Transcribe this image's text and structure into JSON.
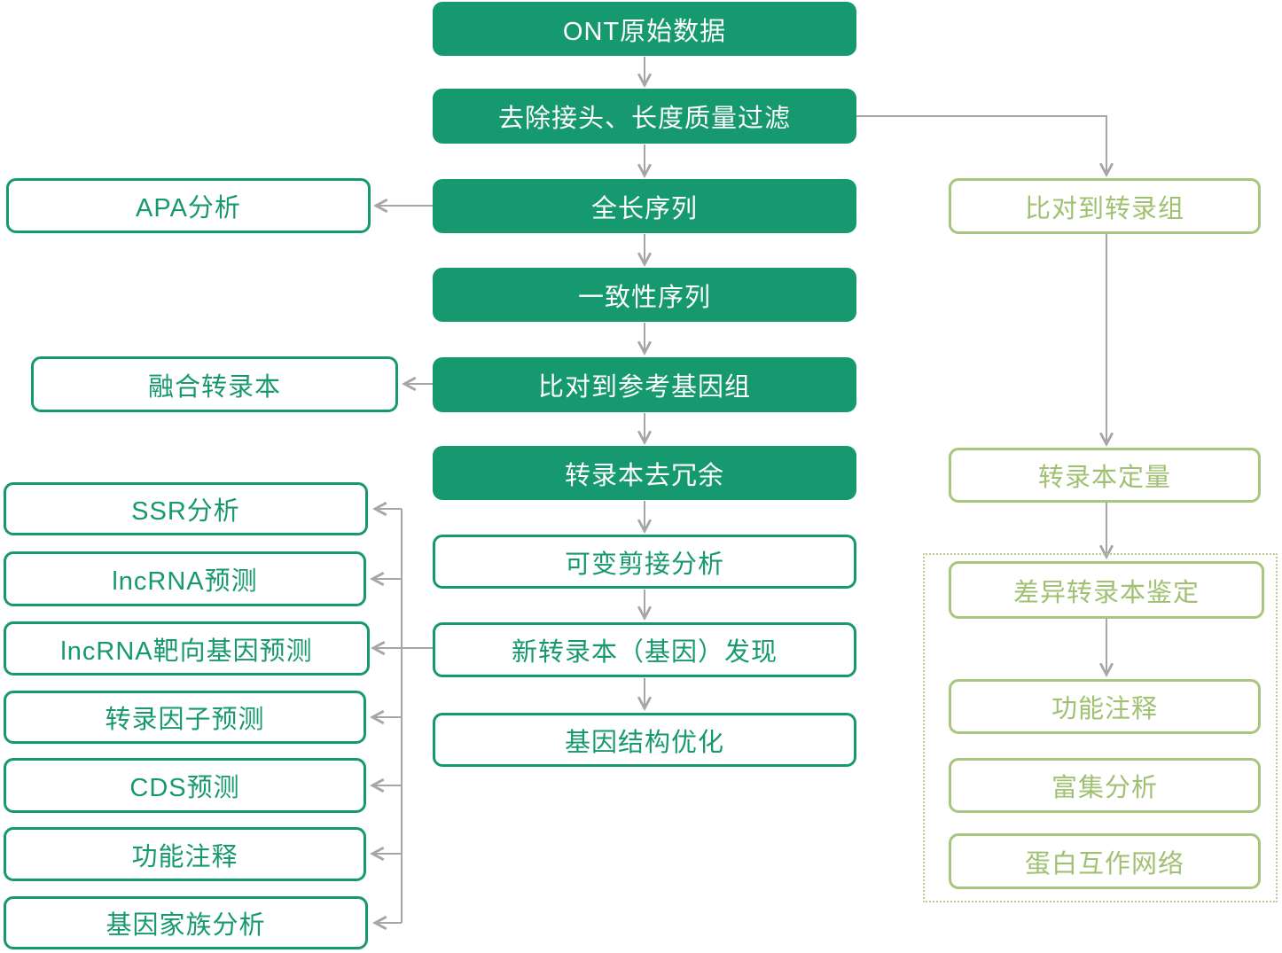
{
  "colors": {
    "flow_green": "#17996F",
    "branch_olive": "#A8C67D",
    "arrow_gray": "#A6A6A6",
    "dotted_border": "#B8CC90"
  },
  "main_flow": {
    "labels": [
      "ONT原始数据",
      "去除接头、长度质量过滤",
      "全长序列",
      "一致性序列",
      "比对到参考基因组",
      "转录本去冗余",
      "可变剪接分析",
      "新转录本（基因）发现",
      "基因结构优化"
    ]
  },
  "left_panel": {
    "apa_label": "APA分析",
    "fusion_label": "融合转录本",
    "downstream_labels": [
      "SSR分析",
      "lncRNA预测",
      "lncRNA靶向基因预测",
      "转录因子预测",
      "CDS预测",
      "功能注释",
      "基因家族分析"
    ]
  },
  "right_panel": {
    "align_label": "比对到转录组",
    "quant_label": "转录本定量",
    "dotted_group_labels": [
      "差异转录本鉴定",
      "功能注释",
      "富集分析",
      "蛋白互作网络"
    ]
  }
}
